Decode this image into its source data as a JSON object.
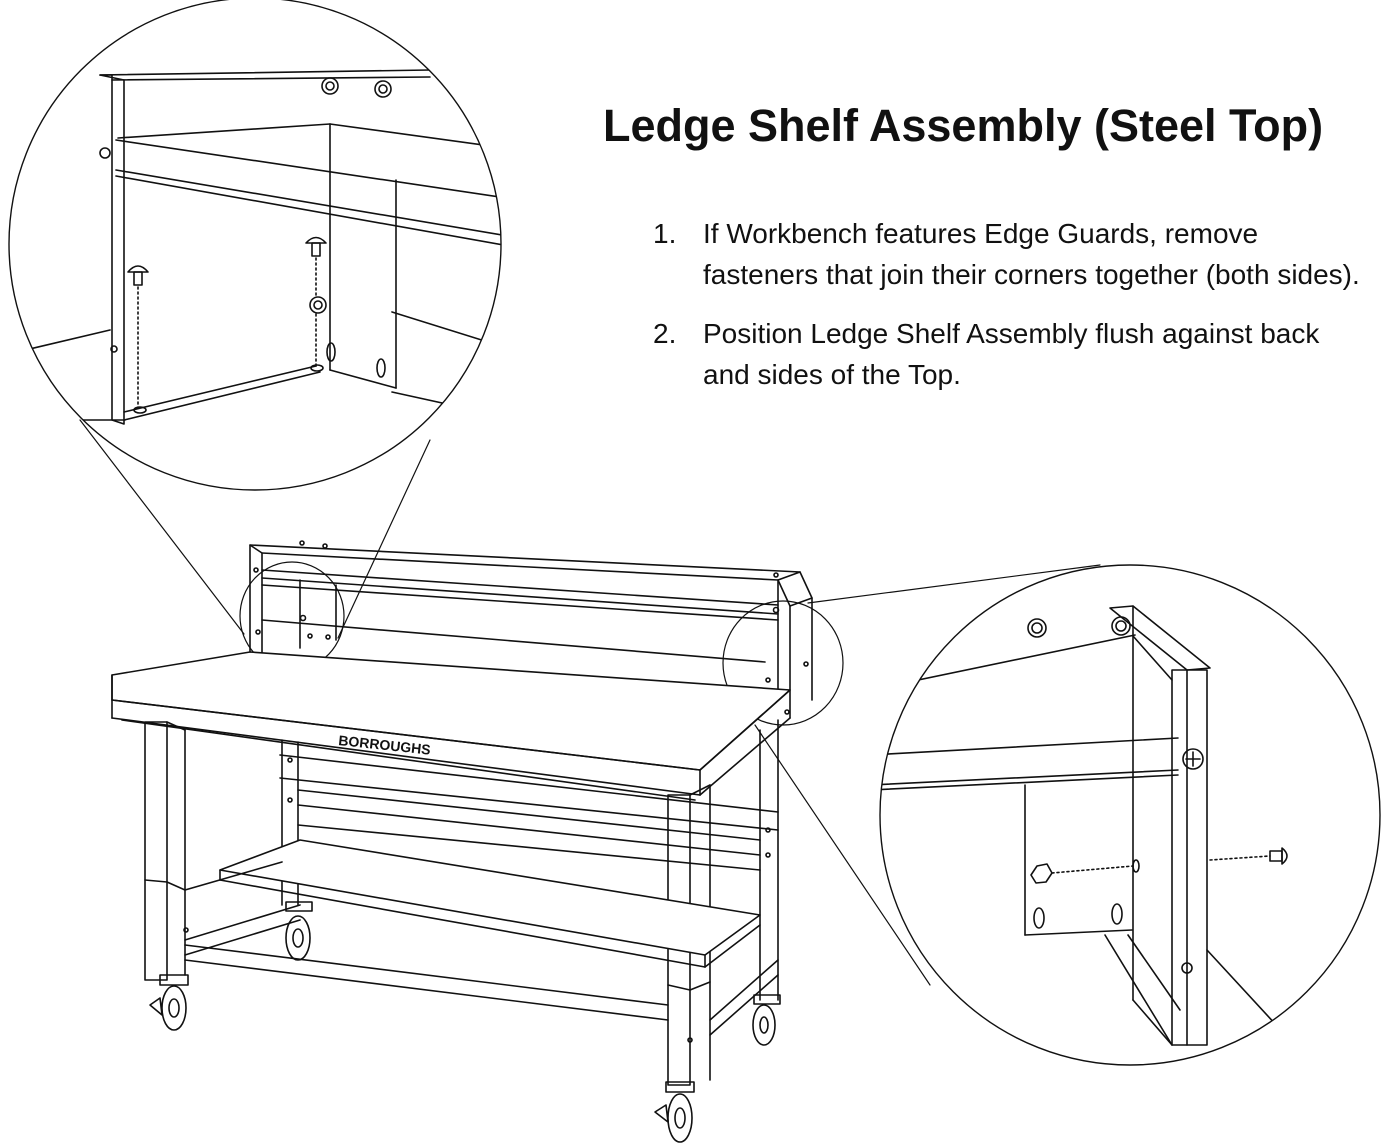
{
  "title": "Ledge Shelf Assembly (Steel Top)",
  "steps": [
    {
      "num": "1.",
      "text": "If Workbench features Edge Guards, remove fasteners that join their corners together (both sides)."
    },
    {
      "num": "2.",
      "text": "Position Ledge Shelf Assembly flush against back and sides of the Top."
    }
  ],
  "brand_label": "BORROUGHS",
  "icons": [
    "hex-nut-icon",
    "carriage-bolt-icon",
    "phillips-screw-icon",
    "caster-wheel-icon"
  ],
  "colors": {
    "line": "#111111",
    "background": "#ffffff"
  }
}
